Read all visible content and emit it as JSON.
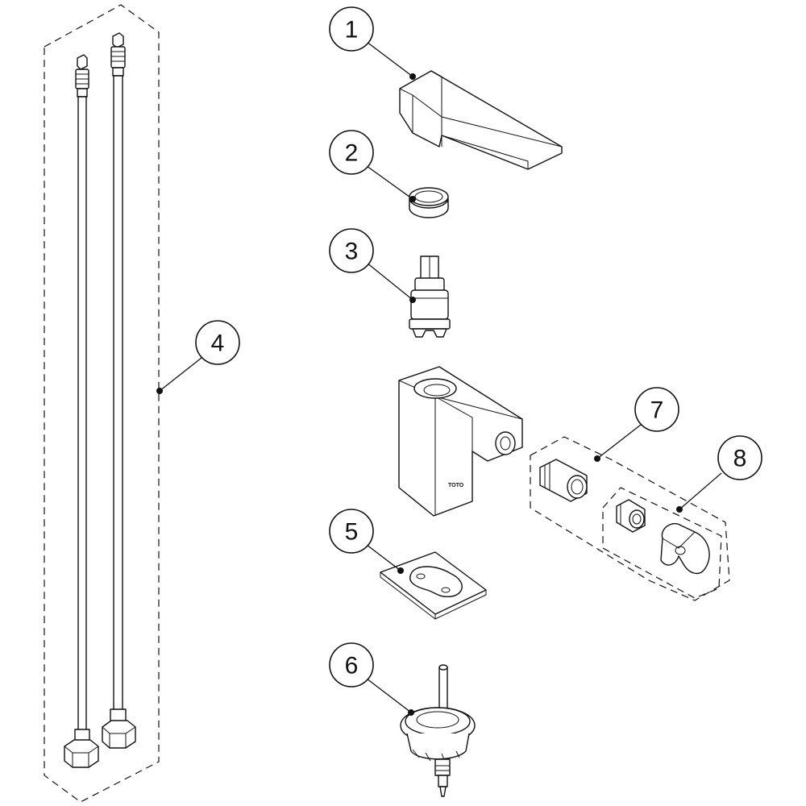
{
  "callouts": [
    {
      "id": "1",
      "label": "1"
    },
    {
      "id": "2",
      "label": "2"
    },
    {
      "id": "3",
      "label": "3"
    },
    {
      "id": "4",
      "label": "4"
    },
    {
      "id": "5",
      "label": "5"
    },
    {
      "id": "6",
      "label": "6"
    },
    {
      "id": "7",
      "label": "7"
    },
    {
      "id": "8",
      "label": "8"
    }
  ],
  "body_marking": "TOTO"
}
